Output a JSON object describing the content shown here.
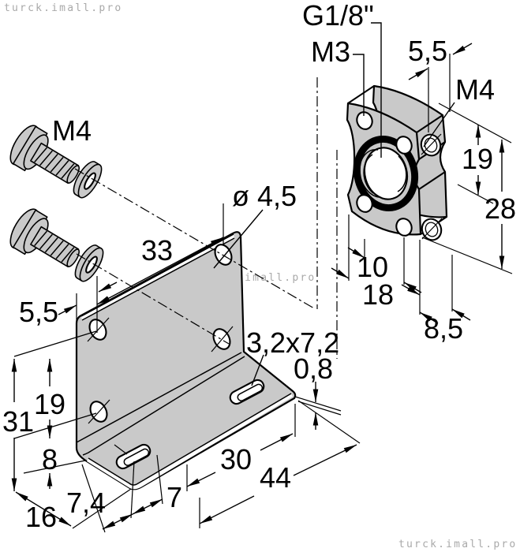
{
  "watermark": {
    "text": "turck.imall.pro"
  },
  "labels": {
    "screw_thread": "M4",
    "port_thread": "G1/8\"",
    "corner_hole_thread": "M3",
    "lug_width": "5,5",
    "side_hole_thread": "M4",
    "side_hole_spacing": "19",
    "flange_width": "28",
    "bracket_hole_diameter": "ø 4,5",
    "bracket_hole_span": "33",
    "flange_bottom_inner_span": "10",
    "flange_bottom_outer_span": "18",
    "flange_depth": "8,5",
    "bracket_edge_offset": "5,5",
    "bracket_hole_vspacing": "19",
    "bracket_height": "31",
    "bracket_foot_offset": "8",
    "slot_size": "3,2x7,2",
    "sheet_thickness": "0,8",
    "slot_span": "30",
    "base_length": "44",
    "base_front_offset": "7,4",
    "slot_inset": "7",
    "base_depth": "16"
  },
  "colors": {
    "metal_gray": "#c9c9c9",
    "line_black": "#000000",
    "watermark_gray": "#a9a9a9",
    "background": "#ffffff"
  }
}
